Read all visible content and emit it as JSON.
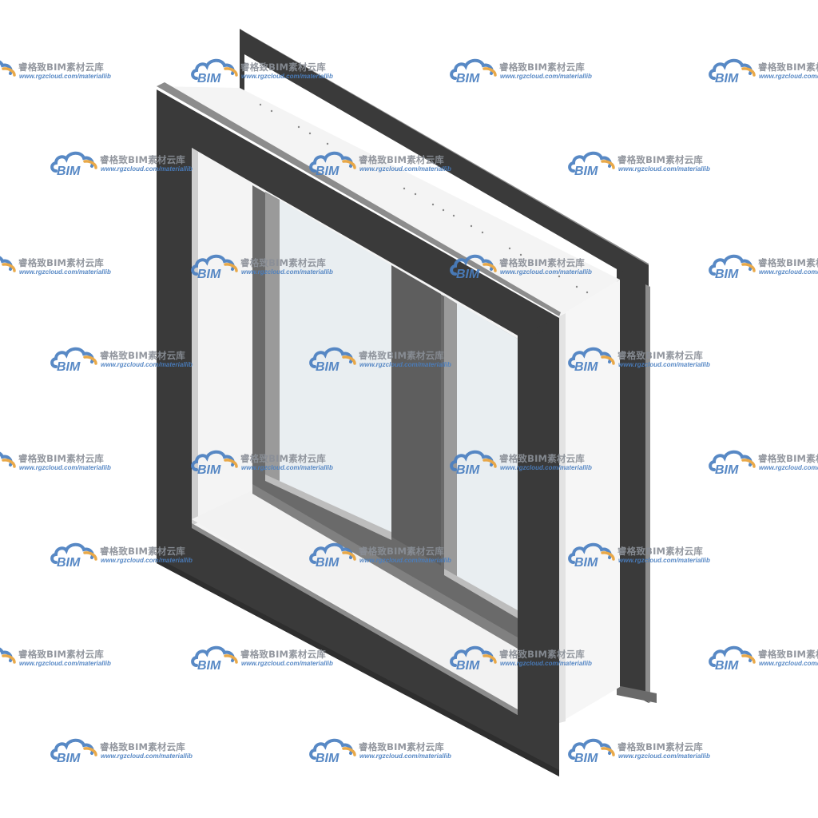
{
  "watermark": {
    "brand_cn": "睿格致BIM素材云库",
    "url": "www.rgzcloud.com/materiallib",
    "logo_text": "BIM",
    "logo_icon": "cloud-icon",
    "colors": {
      "cloud_blue": "#4a7fc1",
      "accent_orange": "#e8a23a",
      "text_grey": "#8a8f97"
    }
  },
  "window_model": {
    "colors": {
      "frame_dark": "#3a3a3a",
      "frame_edge": "#8c8c8c",
      "reveal_light": "#f4f4f4",
      "glass": "#e9eef1",
      "sash": "#6a6a6a"
    }
  }
}
